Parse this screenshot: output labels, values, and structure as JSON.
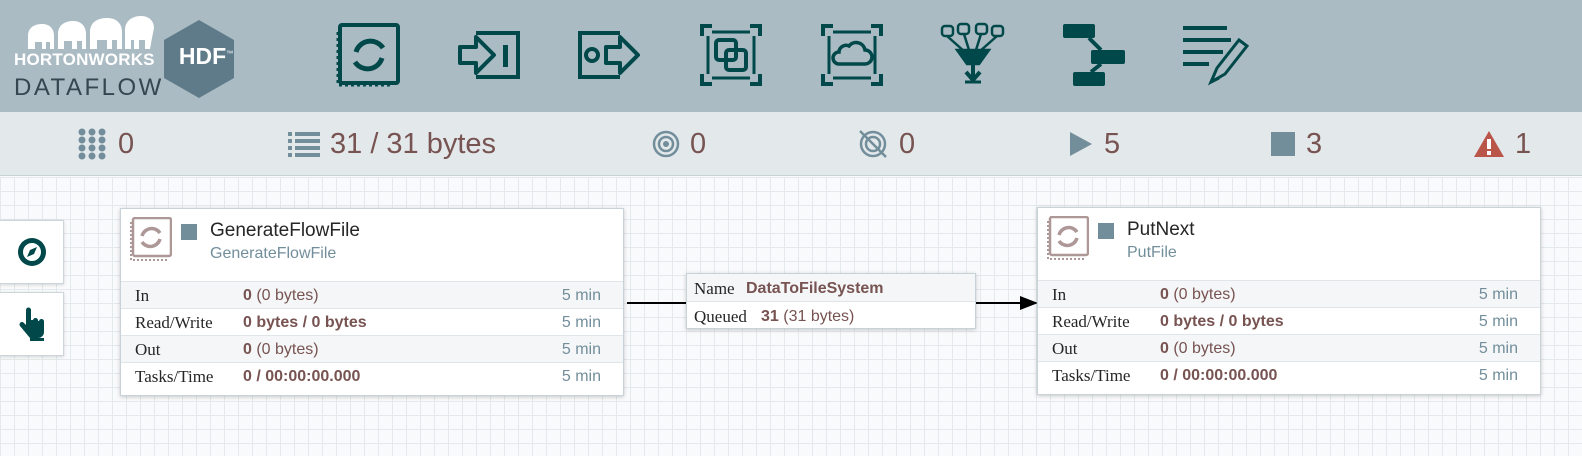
{
  "header": {
    "brand": "HORTONWORKS",
    "product": "DATAFLOW",
    "badge": "HDF",
    "badge_tm": "™",
    "tools": [
      {
        "name": "processor"
      },
      {
        "name": "input-port"
      },
      {
        "name": "output-port"
      },
      {
        "name": "process-group"
      },
      {
        "name": "remote-process-group"
      },
      {
        "name": "funnel"
      },
      {
        "name": "template"
      },
      {
        "name": "label"
      }
    ]
  },
  "status": {
    "active_threads": "0",
    "queued": "31 / 31 bytes",
    "transmitting": "0",
    "not_transmitting": "0",
    "running": "5",
    "stopped": "3",
    "invalid": "1"
  },
  "colors": {
    "header_bg": "#aabbc3",
    "icon_dark": "#004849",
    "value_brown": "#775351",
    "muted_blue": "#728e9b",
    "invalid_red": "#ba554a"
  },
  "processors": [
    {
      "name": "GenerateFlowFile",
      "type": "GenerateFlowFile",
      "rows": [
        {
          "label": "In",
          "value_bold": "0",
          "value_rest": " (0 bytes)",
          "time": "5 min"
        },
        {
          "label": "Read/Write",
          "value_bold": "0 bytes / 0 bytes",
          "value_rest": "",
          "time": "5 min"
        },
        {
          "label": "Out",
          "value_bold": "0",
          "value_rest": " (0 bytes)",
          "time": "5 min"
        },
        {
          "label": "Tasks/Time",
          "value_bold": "0 / 00:00:00.000",
          "value_rest": "",
          "time": "5 min"
        }
      ]
    },
    {
      "name": "PutNext",
      "type": "PutFile",
      "rows": [
        {
          "label": "In",
          "value_bold": "0",
          "value_rest": " (0 bytes)",
          "time": "5 min"
        },
        {
          "label": "Read/Write",
          "value_bold": "0 bytes / 0 bytes",
          "value_rest": "",
          "time": "5 min"
        },
        {
          "label": "Out",
          "value_bold": "0",
          "value_rest": " (0 bytes)",
          "time": "5 min"
        },
        {
          "label": "Tasks/Time",
          "value_bold": "0 / 00:00:00.000",
          "value_rest": "",
          "time": "5 min"
        }
      ]
    }
  ],
  "connection": {
    "name_label": "Name",
    "name_value": "DataToFileSystem",
    "queued_label": "Queued",
    "queued_count": "31",
    "queued_size": " (31 bytes)"
  }
}
